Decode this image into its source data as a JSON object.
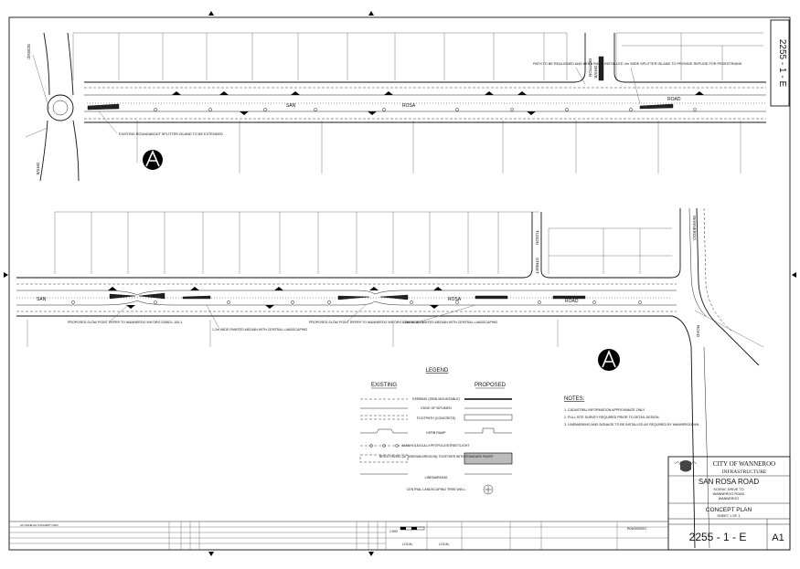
{
  "drawing": {
    "number": "2255 - 1 - E",
    "size": "A1"
  },
  "roads": {
    "top_left_a": "SAN",
    "top_left_b": "ROSA",
    "top_right": "ROAD",
    "bottom_left_a": "SAN",
    "bottom_left_b": "ROSA",
    "bottom_right": "ROAD",
    "scenic": "SCENIC",
    "scenic_lower": "DRIVE",
    "wotton": "WOTTON",
    "wotton_b": "DRIVE",
    "tuson": "TUSON",
    "tuson_b": "STREET",
    "wanneroo": "WANNEROO",
    "wanneroo_b": "ROAD"
  },
  "annotations": {
    "roundabout": "EXISTING ROUNDABOUT SPLITTER ISLAND TO BE EXTENDED",
    "path_realign": "PATH TO BE REALIGNED AND KERB RAMP INSTALLED",
    "splitter": "2m WIDE SPLITTER ISLAND TO PROVIDE REFUGE FOR PEDESTRIANS",
    "slow_point": "PROPOSED SLOW POINT REFER TO WANNEROO WH DRG 2255D1-100-1",
    "median_12": "1.2m WIDE PAINTED MEDIAN WITH CENTRAL LANDSCAPING",
    "slow_point_2": "PROPOSED SLOW POINT REFER TO WANNEROO WH DRG 2255D1-100-1",
    "median_12b": "1.2m WIDE PAINTED MEDIAN WITH CENTRAL LANDSCAPING"
  },
  "legend": {
    "title": "LEGEND",
    "existing": "EXISTING",
    "proposed": "PROPOSED",
    "rows": [
      "KERBING (SEMI-MOUNTABLE)",
      "EDGE OF BITUMEN",
      "FOOTPATH (CONCRETE)",
      "KERB RAMP",
      "MANHOLE/GULLY/PIT/POLE/STREETLIGHT",
      "BRICK PAVING (AT WIDENING/REGION) TOGETHER WITH STANDARD PAVER",
      "LINEMARKING",
      "CENTRAL LANDSCAPING TREE WELL"
    ]
  },
  "notes": {
    "title": "NOTES:",
    "items": [
      "1.  CADASTRAL INFORMATION APPROXIMATE ONLY.",
      "2.  FULL SITE SURVEY REQUIRED PRIOR TO DETAIL DESIGN.",
      "3.  LINEMARKING AND SIGNAGE TO BE INSTALLED AS REQUIRED BY WANNEROO WH."
    ]
  },
  "title_block": {
    "org_line1": "CITY OF WANNEROO",
    "org_line2": "INFRASTRUCTURE",
    "project": "SAN ROSA ROAD",
    "sub1": "SCENIC DRIVE TO",
    "sub2": "WANNEROO ROAD",
    "sub3": "WANNEROO",
    "plan_title": "CONCEPT PLAN",
    "sheet": "SHEET 1 OF 1",
    "drawing_no": "2255 - 1 - E",
    "size": "A1",
    "file": "R04/0000001",
    "scale": "1:500",
    "datum": "LOCAL",
    "datum2": "LOCAL",
    "issue": "A1 ISSUE AS CONCEPT ONLY"
  }
}
